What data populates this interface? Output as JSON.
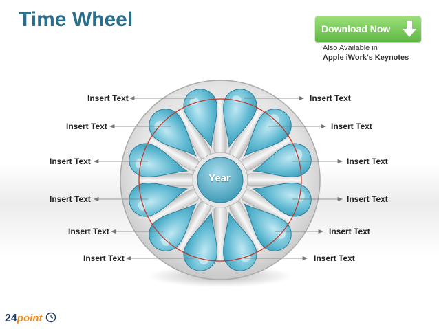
{
  "header": {
    "title": "Time Wheel"
  },
  "promo": {
    "download_label": "Download Now",
    "also_available_line1": "Also Available in",
    "also_available_line2": "Apple iWork's Keynotes"
  },
  "wheel": {
    "center_label": "Year",
    "left_labels": [
      "Insert Text",
      "Insert Text",
      "Insert Text",
      "Insert Text",
      "Insert Text",
      "Insert Text"
    ],
    "right_labels": [
      "Insert Text",
      "Insert Text",
      "Insert Text",
      "Insert Text",
      "Insert Text",
      "Insert Text"
    ]
  },
  "footer": {
    "logo_number": "24",
    "logo_word": "point"
  },
  "colors": {
    "title": "#2b6f8e",
    "petal": "#5bb8d0",
    "ring": "#c0392b",
    "button": "#6cc24a",
    "logo_orange": "#f08a1a",
    "logo_navy": "#1f3c66"
  }
}
